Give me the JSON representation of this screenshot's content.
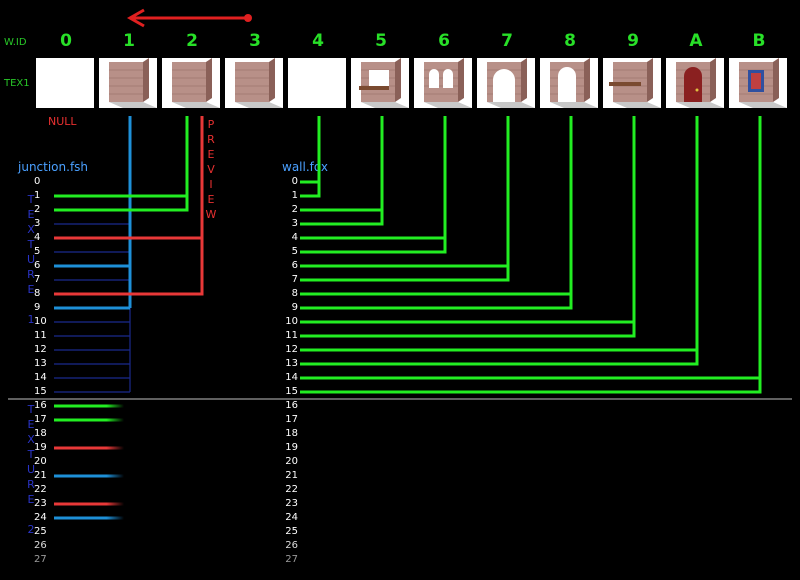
{
  "header": {
    "wid_label": "W.ID",
    "tex_label": "TEX1",
    "wall_ids": [
      "0",
      "1",
      "2",
      "3",
      "4",
      "5",
      "6",
      "7",
      "8",
      "9",
      "A",
      "B"
    ],
    "null_label": "NULL",
    "preview_letters": [
      "P",
      "R",
      "E",
      "V",
      "I",
      "E",
      "W"
    ]
  },
  "tiles": [
    {
      "kind": "blank"
    },
    {
      "kind": "wall"
    },
    {
      "kind": "wall"
    },
    {
      "kind": "wall"
    },
    {
      "kind": "blank"
    },
    {
      "kind": "window"
    },
    {
      "kind": "double-window"
    },
    {
      "kind": "arch"
    },
    {
      "kind": "doorway"
    },
    {
      "kind": "wall-shelf"
    },
    {
      "kind": "door"
    },
    {
      "kind": "wall-decor"
    }
  ],
  "files": {
    "left": "junction.fsh",
    "right": "wall.fox"
  },
  "left_numbers": [
    "0",
    "1",
    "2",
    "3",
    "4",
    "5",
    "6",
    "7",
    "8",
    "9",
    "10",
    "11",
    "12",
    "13",
    "14",
    "15",
    "16",
    "17",
    "18",
    "19",
    "20",
    "21",
    "22",
    "23",
    "24",
    "25",
    "26",
    "27"
  ],
  "right_numbers": [
    "0",
    "1",
    "2",
    "3",
    "4",
    "5",
    "6",
    "7",
    "8",
    "9",
    "10",
    "11",
    "12",
    "13",
    "14",
    "15",
    "16",
    "17",
    "18",
    "19",
    "20",
    "21",
    "22",
    "23",
    "24",
    "25",
    "26",
    "27"
  ],
  "texture1_letters": [
    "T",
    "E",
    "X",
    "T",
    "U",
    "R",
    "E",
    "",
    "1"
  ],
  "texture2_letters": [
    "T",
    "E",
    "X",
    "T",
    "U",
    "R",
    "E",
    "",
    "2"
  ],
  "colors": {
    "green": "#22ee22",
    "blue": "#1e90d8",
    "red": "#e83838",
    "darkblue": "#1a2a8c",
    "wall": "#b89088",
    "wall_dark": "#8a6058",
    "door": "#8a2020"
  }
}
